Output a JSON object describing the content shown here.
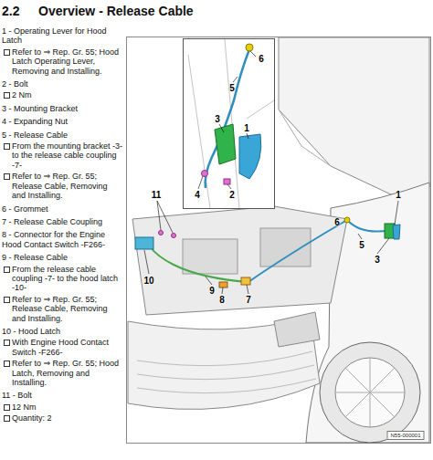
{
  "diagram": {
    "title": "Overview - Release Cable",
    "labels": [
      "2.2",
      "1 - Operating Lever for Hood Latch",
      "Refer to ⇒ Rep. Gr. 55; Hood Latch Operating Lever, Removing and Installing.",
      "2 - Bolt",
      "2 Nm",
      "3 - Mounting Bracket",
      "4 - Expanding Nut",
      "5 - Release Cable",
      "From the mounting bracket -3- to the release cable coupling -7-",
      "Refer to ⇒ Rep. Gr. 55; Release Cable, Removing and Installing.",
      "6 - Grommet",
      "7 - Release Cable Coupling",
      "8 - Connector for the Engine Hood Contact Switch -F266-",
      "9 - Release Cable",
      "From the release cable coupling -7- to the hood latch -10-",
      "Refer to ⇒ Rep. Gr. 55; Release Cable, Removing and Installing.",
      "10 - Hood Latch",
      "With Engine Hood Contact Switch -F266-",
      "Refer to ⇒ Rep. Gr. 55; Hood Latch, Removing and Installing.",
      "11 - Bolt",
      "12 Nm",
      "Quantity: 2",
      "6",
      "5",
      "3",
      "1",
      "4",
      "2",
      "11",
      "1",
      "6",
      "5",
      "3",
      "10",
      "9",
      "8",
      "7",
      "N55-000001"
    ]
  }
}
